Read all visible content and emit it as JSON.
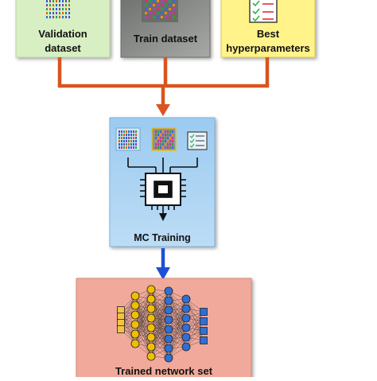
{
  "inputs": {
    "validation_label": "Validation dataset",
    "validation_line1": "Validation",
    "validation_line2": "dataset",
    "train_label": "Train dataset",
    "best_label": "Best hyperparameters",
    "best_line1": "Best",
    "best_line2": "hyperparameters"
  },
  "process": {
    "label": "MC Training"
  },
  "output": {
    "label": "Trained network set"
  },
  "colors": {
    "validation_box": "#d7efc2",
    "train_box": "#8a8d8a",
    "best_box": "#fff38a",
    "mc_box": "#a9d3f2",
    "trained_box": "#f0a99b",
    "merge_arrow": "#d9541e",
    "output_arrow": "#1f4fd6"
  },
  "icons": [
    "dataset-grid-icon",
    "checklist-icon",
    "processor-chip-icon",
    "neural-network-icon"
  ]
}
